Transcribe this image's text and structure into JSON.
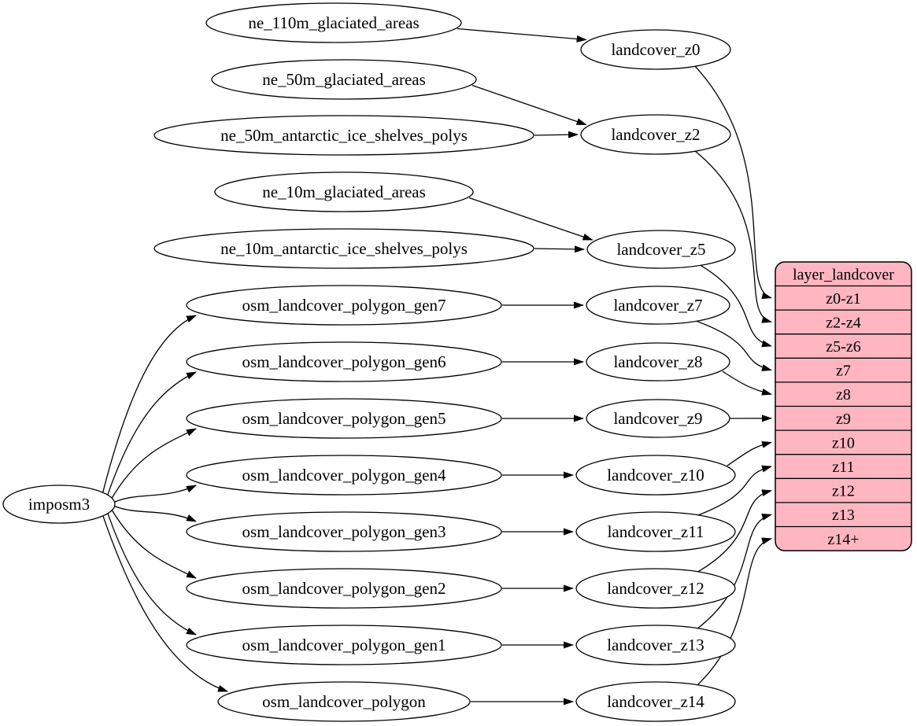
{
  "diagram": {
    "background": "#ffffff",
    "node_fill": "#ffffff",
    "node_stroke": "#000000",
    "edge_color": "#000000",
    "nodes": [
      {
        "id": "imposm3",
        "label": "imposm3"
      },
      {
        "id": "ne_110m_glaciated_areas",
        "label": "ne_110m_glaciated_areas"
      },
      {
        "id": "ne_50m_glaciated_areas",
        "label": "ne_50m_glaciated_areas"
      },
      {
        "id": "ne_50m_antarctic_ice_shelves_polys",
        "label": "ne_50m_antarctic_ice_shelves_polys"
      },
      {
        "id": "ne_10m_glaciated_areas",
        "label": "ne_10m_glaciated_areas"
      },
      {
        "id": "ne_10m_antarctic_ice_shelves_polys",
        "label": "ne_10m_antarctic_ice_shelves_polys"
      },
      {
        "id": "osm_landcover_polygon_gen7",
        "label": "osm_landcover_polygon_gen7"
      },
      {
        "id": "osm_landcover_polygon_gen6",
        "label": "osm_landcover_polygon_gen6"
      },
      {
        "id": "osm_landcover_polygon_gen5",
        "label": "osm_landcover_polygon_gen5"
      },
      {
        "id": "osm_landcover_polygon_gen4",
        "label": "osm_landcover_polygon_gen4"
      },
      {
        "id": "osm_landcover_polygon_gen3",
        "label": "osm_landcover_polygon_gen3"
      },
      {
        "id": "osm_landcover_polygon_gen2",
        "label": "osm_landcover_polygon_gen2"
      },
      {
        "id": "osm_landcover_polygon_gen1",
        "label": "osm_landcover_polygon_gen1"
      },
      {
        "id": "osm_landcover_polygon",
        "label": "osm_landcover_polygon"
      },
      {
        "id": "landcover_z0",
        "label": "landcover_z0"
      },
      {
        "id": "landcover_z2",
        "label": "landcover_z2"
      },
      {
        "id": "landcover_z5",
        "label": "landcover_z5"
      },
      {
        "id": "landcover_z7",
        "label": "landcover_z7"
      },
      {
        "id": "landcover_z8",
        "label": "landcover_z8"
      },
      {
        "id": "landcover_z9",
        "label": "landcover_z9"
      },
      {
        "id": "landcover_z10",
        "label": "landcover_z10"
      },
      {
        "id": "landcover_z11",
        "label": "landcover_z11"
      },
      {
        "id": "landcover_z12",
        "label": "landcover_z12"
      },
      {
        "id": "landcover_z13",
        "label": "landcover_z13"
      },
      {
        "id": "landcover_z14",
        "label": "landcover_z14"
      }
    ],
    "table": {
      "title": "layer_landcover",
      "rows": [
        "z0-z1",
        "z2-z4",
        "z5-z6",
        "z7",
        "z8",
        "z9",
        "z10",
        "z11",
        "z12",
        "z13",
        "z14+"
      ],
      "fill": "#ffb6c1",
      "border": "#000000"
    },
    "edges": [
      {
        "from": "ne_110m_glaciated_areas",
        "to": "landcover_z0"
      },
      {
        "from": "ne_50m_glaciated_areas",
        "to": "landcover_z2"
      },
      {
        "from": "ne_50m_antarctic_ice_shelves_polys",
        "to": "landcover_z2"
      },
      {
        "from": "ne_10m_glaciated_areas",
        "to": "landcover_z5"
      },
      {
        "from": "ne_10m_antarctic_ice_shelves_polys",
        "to": "landcover_z5"
      },
      {
        "from": "osm_landcover_polygon_gen7",
        "to": "landcover_z7"
      },
      {
        "from": "osm_landcover_polygon_gen6",
        "to": "landcover_z8"
      },
      {
        "from": "osm_landcover_polygon_gen5",
        "to": "landcover_z9"
      },
      {
        "from": "osm_landcover_polygon_gen4",
        "to": "landcover_z10"
      },
      {
        "from": "osm_landcover_polygon_gen3",
        "to": "landcover_z11"
      },
      {
        "from": "osm_landcover_polygon_gen2",
        "to": "landcover_z12"
      },
      {
        "from": "osm_landcover_polygon_gen1",
        "to": "landcover_z13"
      },
      {
        "from": "osm_landcover_polygon",
        "to": "landcover_z14"
      },
      {
        "from": "imposm3",
        "to": "osm_landcover_polygon_gen7"
      },
      {
        "from": "imposm3",
        "to": "osm_landcover_polygon_gen6"
      },
      {
        "from": "imposm3",
        "to": "osm_landcover_polygon_gen5"
      },
      {
        "from": "imposm3",
        "to": "osm_landcover_polygon_gen4"
      },
      {
        "from": "imposm3",
        "to": "osm_landcover_polygon_gen3"
      },
      {
        "from": "imposm3",
        "to": "osm_landcover_polygon_gen2"
      },
      {
        "from": "imposm3",
        "to": "osm_landcover_polygon_gen1"
      },
      {
        "from": "imposm3",
        "to": "osm_landcover_polygon"
      },
      {
        "from": "landcover_z0",
        "to": "layer_landcover.z0-z1"
      },
      {
        "from": "landcover_z2",
        "to": "layer_landcover.z2-z4"
      },
      {
        "from": "landcover_z5",
        "to": "layer_landcover.z5-z6"
      },
      {
        "from": "landcover_z7",
        "to": "layer_landcover.z7"
      },
      {
        "from": "landcover_z8",
        "to": "layer_landcover.z8"
      },
      {
        "from": "landcover_z9",
        "to": "layer_landcover.z9"
      },
      {
        "from": "landcover_z10",
        "to": "layer_landcover.z10"
      },
      {
        "from": "landcover_z11",
        "to": "layer_landcover.z11"
      },
      {
        "from": "landcover_z12",
        "to": "layer_landcover.z12"
      },
      {
        "from": "landcover_z13",
        "to": "layer_landcover.z13"
      },
      {
        "from": "landcover_z14",
        "to": "layer_landcover.z14+"
      }
    ]
  }
}
